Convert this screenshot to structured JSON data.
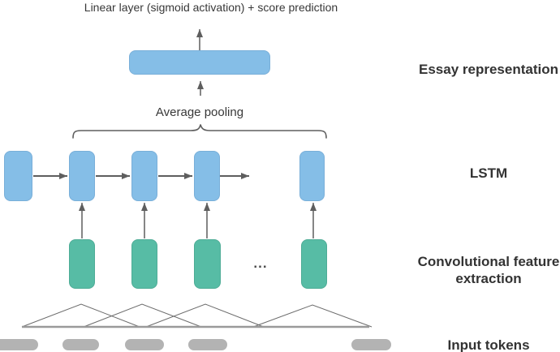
{
  "diagram": {
    "top_label": "Linear layer (sigmoid activation) + score prediction",
    "pooling_label": "Average pooling",
    "ellipsis": "...",
    "side_labels": {
      "essay_representation": "Essay representation",
      "lstm": "LSTM",
      "conv_feature": "Convolutional feature extraction",
      "input_tokens": "Input tokens"
    },
    "colors": {
      "lstm_box_blue": "#85BEE7",
      "conv_box_green": "#57BCA5",
      "token_gray": "#B3B3B3",
      "connector_gray": "#5E5E5E"
    }
  }
}
